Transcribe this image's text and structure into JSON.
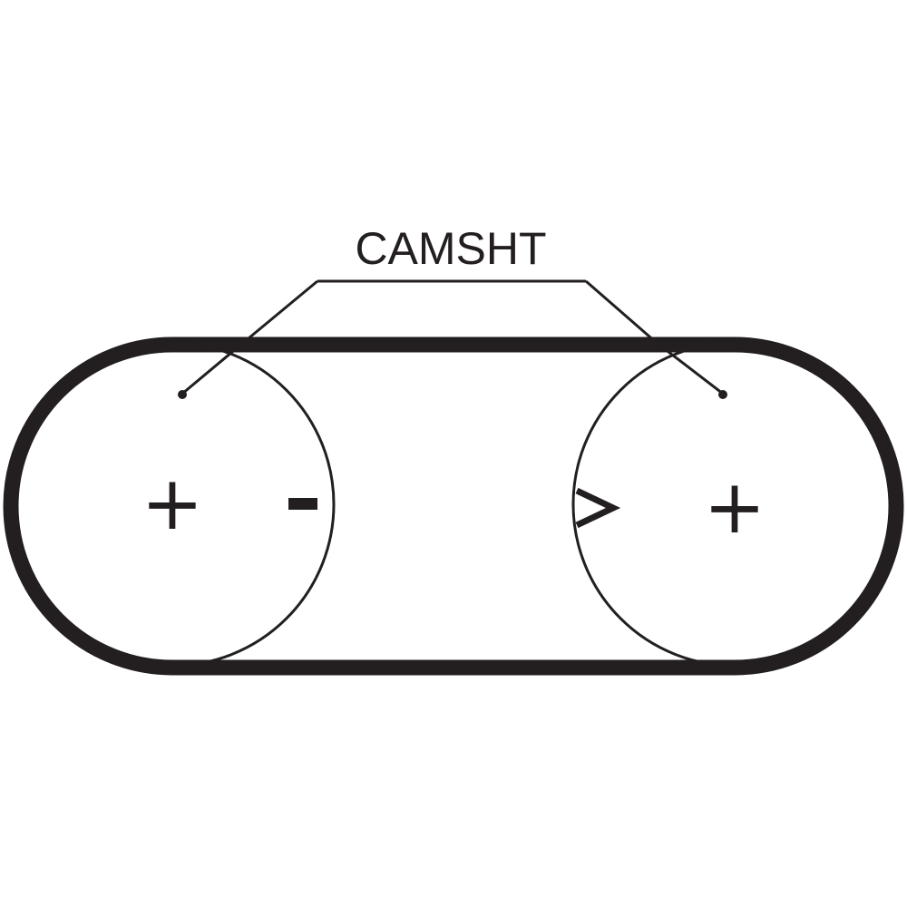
{
  "diagram": {
    "label": "CAMSHT",
    "left_pulley": {
      "symbol": "+"
    },
    "right_pulley": {
      "symbol": "+"
    }
  },
  "colors": {
    "stroke": "#231f20",
    "background": "#ffffff"
  },
  "icons": {
    "left_marker": "minus-marker",
    "right_marker": "chevron-right-marker"
  }
}
